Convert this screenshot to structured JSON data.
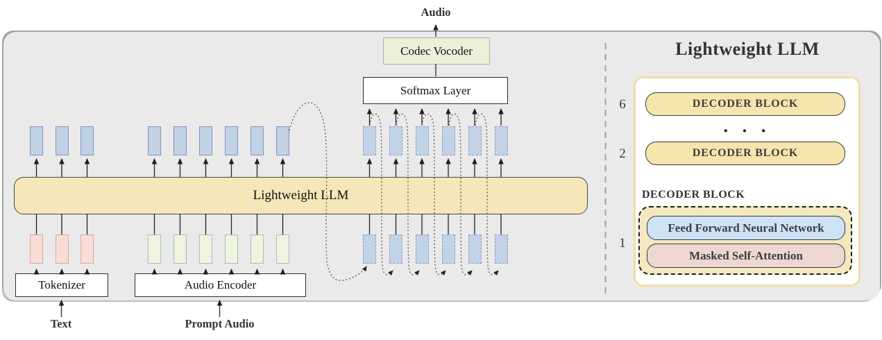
{
  "figure": {
    "output_label": "Audio",
    "input_text_label": "Text",
    "input_prompt_label": "Prompt Audio",
    "boxes": {
      "codec_vocoder": "Codec Vocoder",
      "softmax_layer": "Softmax Layer",
      "lightweight_llm": "Lightweight LLM",
      "tokenizer": "Tokenizer",
      "audio_encoder": "Audio Encoder"
    },
    "token_groups": [
      {
        "name": "text-tokens",
        "count": 3,
        "fill": "#f7ddd5",
        "border": "#dfa896",
        "style": "solid"
      },
      {
        "name": "prompt-audio-tokens",
        "count": 6,
        "fill": "#eff3df",
        "border": "#a6c0b7",
        "style": "solid"
      },
      {
        "name": "llm-output-tokens",
        "count": 9,
        "fill": "#c1d2e4",
        "border": "#8193c2",
        "style": "solid"
      },
      {
        "name": "generated-token-outputs",
        "count": 6,
        "fill": "#c2d3e6",
        "border": "#8b9dca",
        "style": "dashed"
      },
      {
        "name": "generated-token-inputs",
        "count": 6,
        "fill": "#c2d3e6",
        "border": "#8b9dca",
        "style": "dashed"
      }
    ]
  },
  "llm_detail": {
    "title": "Lightweight LLM",
    "stack": [
      {
        "index": "6",
        "label": "DECODER BLOCK"
      },
      {
        "index": "2",
        "label": "DECODER BLOCK"
      }
    ],
    "ellipsis": "· · ·",
    "expanded_block": {
      "index": "1",
      "label": "DECODER BLOCK",
      "sublayers": [
        {
          "name": "Feed Forward Neural Network",
          "fill": "#cfe3f7"
        },
        {
          "name": "Masked Self-Attention",
          "fill": "#eed6d3"
        }
      ]
    }
  },
  "colors": {
    "panel_bg": "#eaeaea",
    "llm_bar": "#f6e7ba",
    "codec_vocoder_bg": "#eaf0da",
    "decoder_pill": "#f6e5ad",
    "dashed_block_bg": "#f4e8c0",
    "ffn_pill": "#cfe3f7",
    "msa_pill": "#eed6d3",
    "solid_token_blue": "#c1d2e4",
    "text_token_pink": "#f7ddd5",
    "audio_token_green": "#eff3df"
  }
}
